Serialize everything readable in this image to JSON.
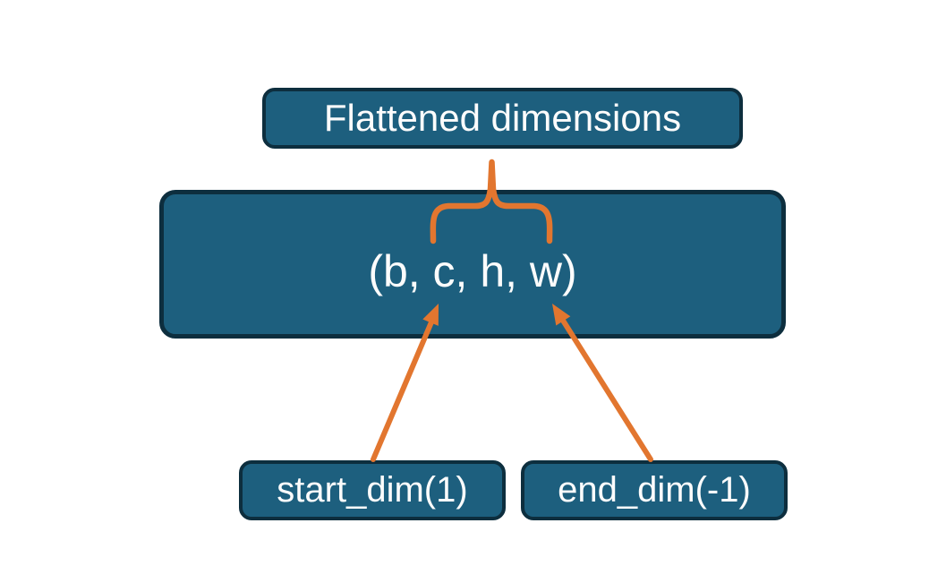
{
  "diagram": {
    "title_box": {
      "label": "Flattened dimensions"
    },
    "tuple_box": {
      "label": "(b, c, h, w)"
    },
    "start_box": {
      "label": "start_dim(1)"
    },
    "end_box": {
      "label": "end_dim(-1)"
    },
    "icons": {
      "brace": "curly-brace-up-icon",
      "start_arrow": "arrow-up-right-icon",
      "end_arrow": "arrow-up-left-icon"
    },
    "colors": {
      "background": "#ffffff",
      "box_fill": "#1d5f7e",
      "box_border": "#0d2e3e",
      "accent_orange": "#e2762f",
      "text_color": "#fcfcfc"
    }
  }
}
